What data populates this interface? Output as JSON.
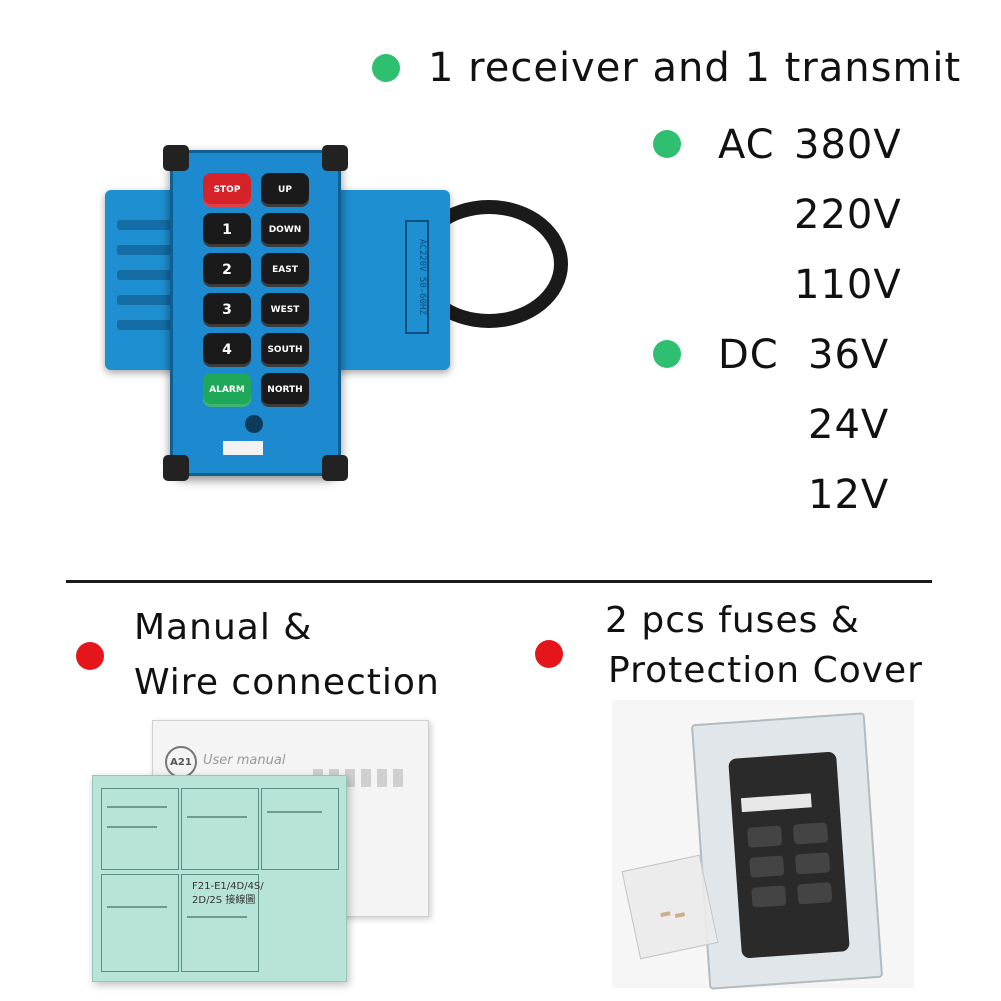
{
  "features": {
    "line1": "1 receiver and 1 transmit",
    "ac_label": "AC",
    "ac_voltages": [
      "380V",
      "220V",
      "110V"
    ],
    "dc_label": "DC",
    "dc_voltages": [
      "36V",
      "24V",
      "12V"
    ]
  },
  "accessories": {
    "manual_line1": "Manual &",
    "manual_line2": "Wire connection",
    "fuses_line1": "2 pcs fuses &",
    "fuses_line2": "Protection Cover"
  },
  "transmitter": {
    "buttons": [
      "STOP",
      "UP",
      "1",
      "DOWN",
      "2",
      "EAST",
      "3",
      "WEST",
      "4",
      "SOUTH",
      "ALARM",
      "NORTH"
    ]
  },
  "receiver": {
    "label": "AC220V 50-60HZ"
  },
  "manual": {
    "logo": "A21",
    "title": "User manual",
    "model": "F21-E1/4D/4S/",
    "model2": "2D/2S 接線圖"
  },
  "colors": {
    "green_bullet": "#2fbf71",
    "red_bullet": "#e5161b",
    "device_blue": "#1d8ad0"
  }
}
